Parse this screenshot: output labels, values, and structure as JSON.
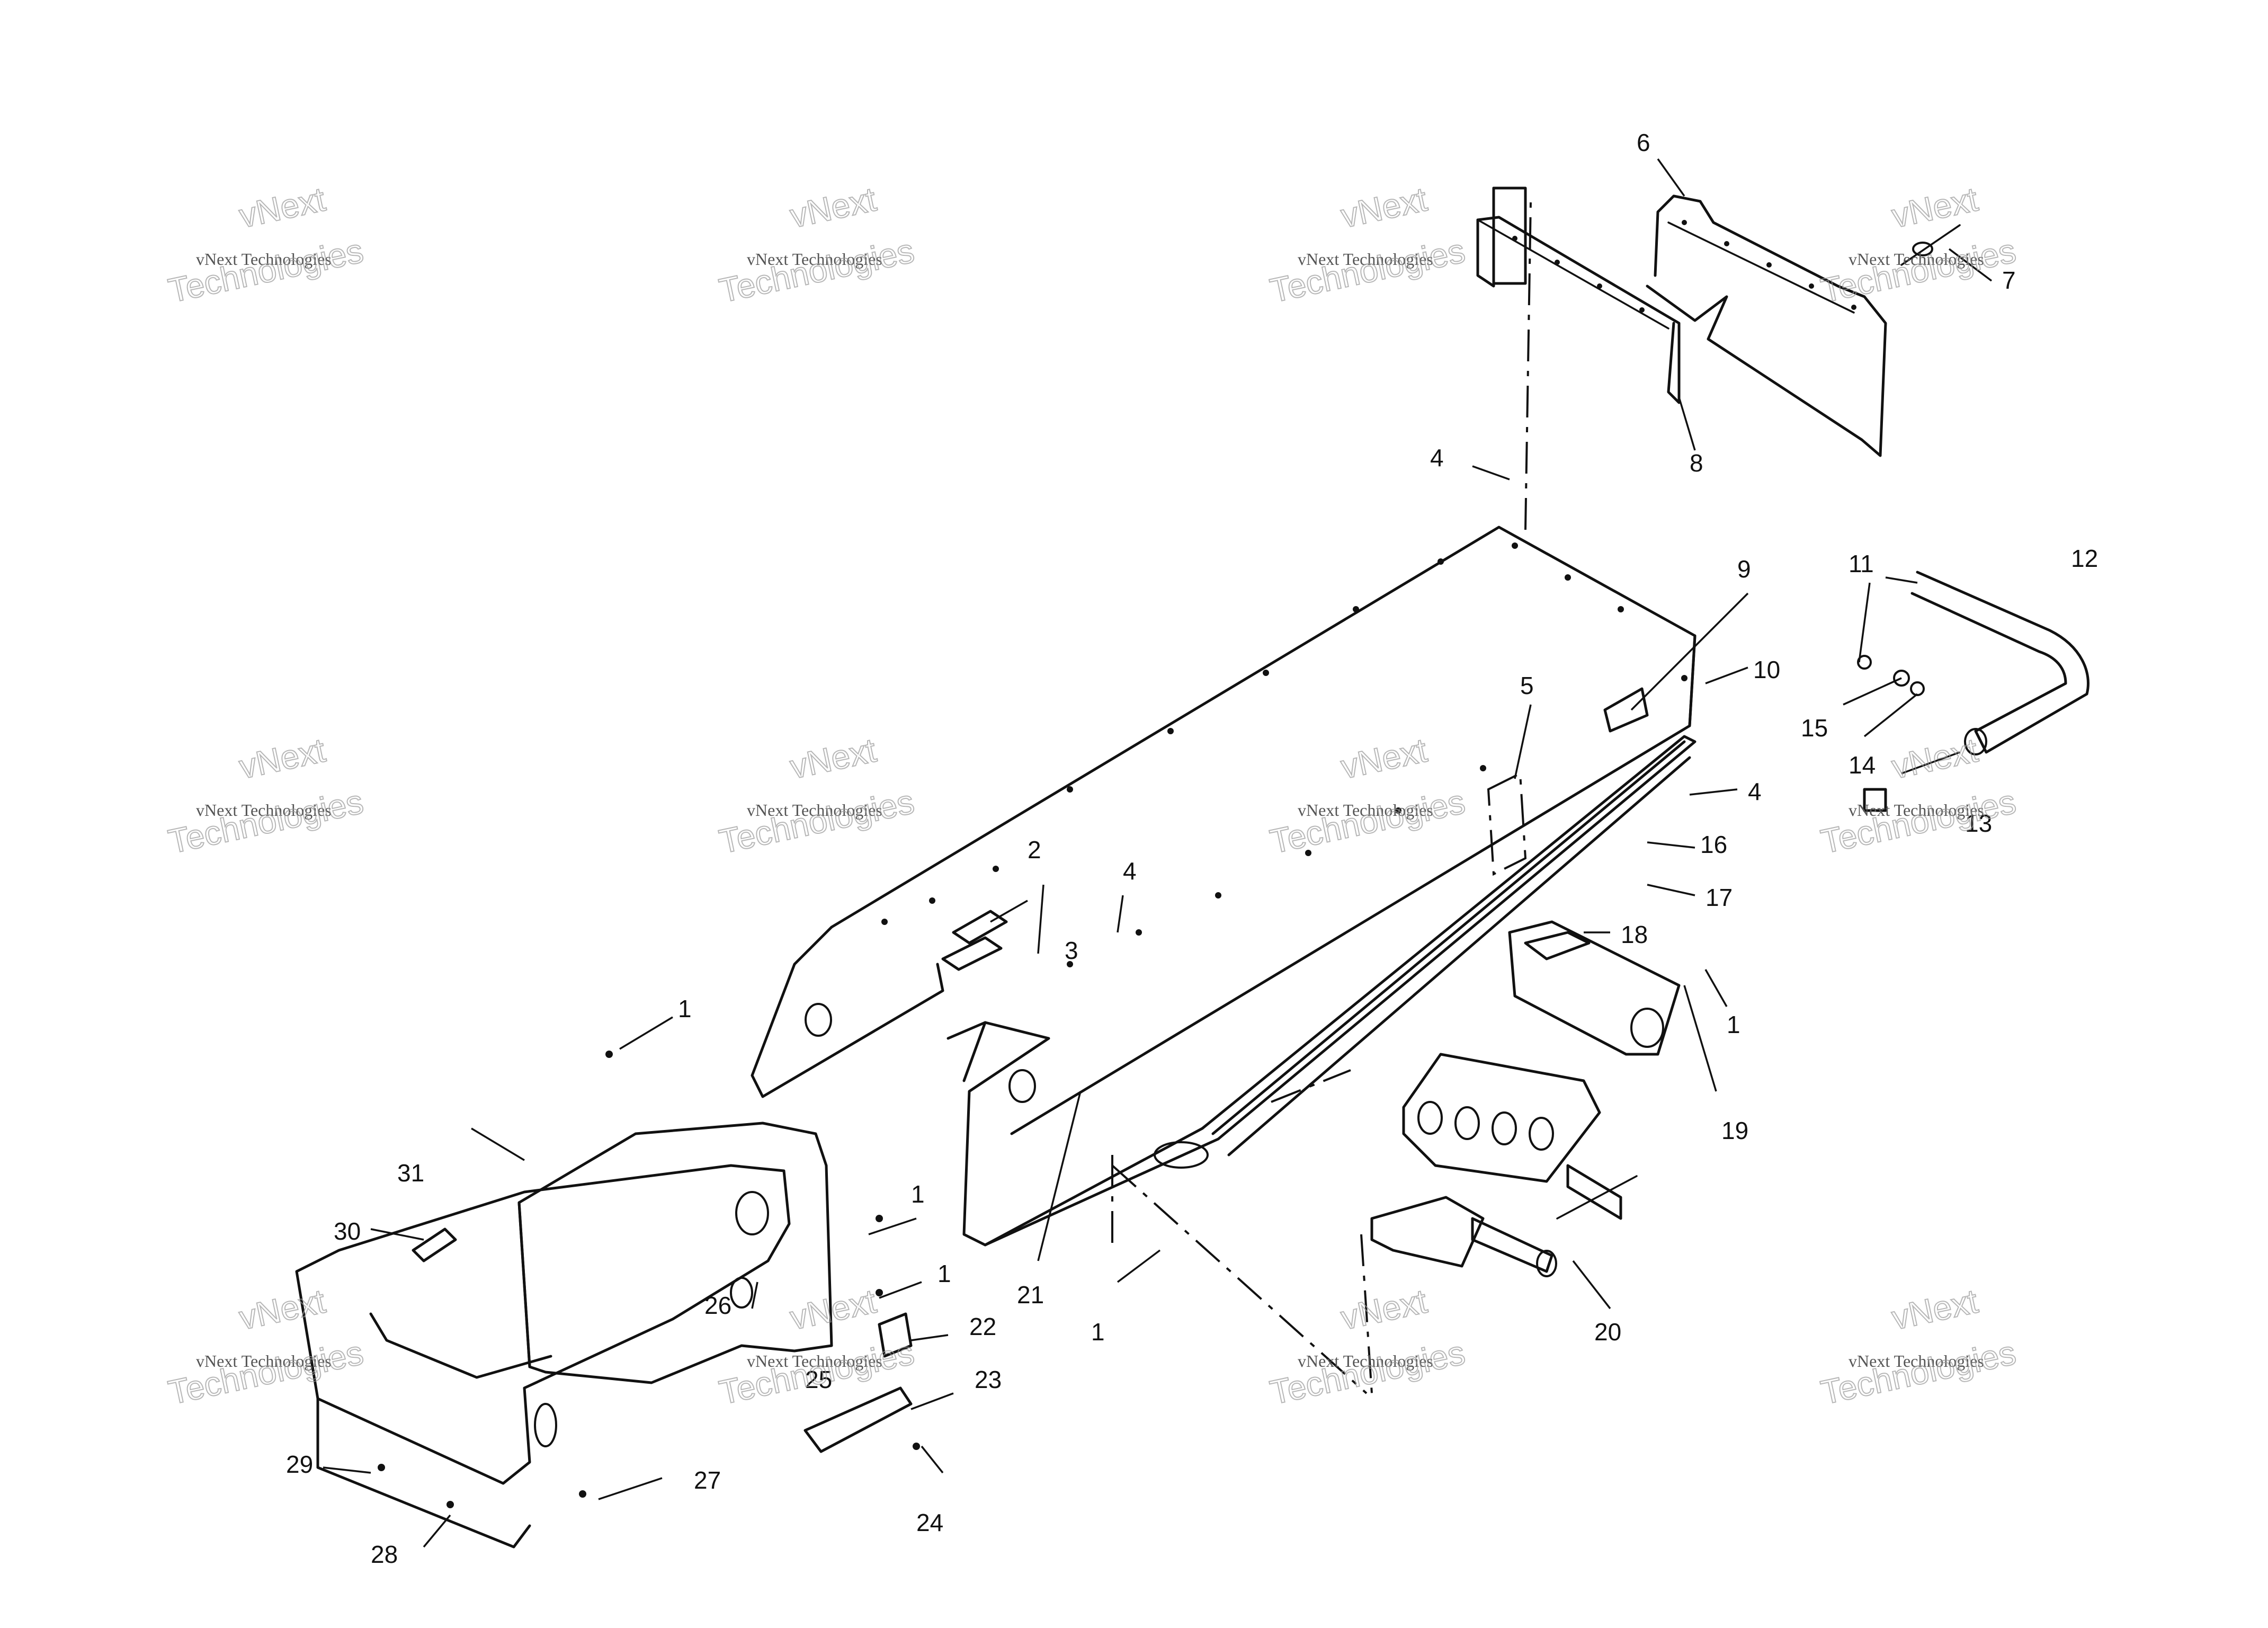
{
  "watermark": {
    "line_small": "vNext Technologies",
    "line_large_1": "vNext",
    "line_large_2": "Technologies"
  },
  "callouts": {
    "c1a": "1",
    "c1b": "1",
    "c1c": "1",
    "c1d": "1",
    "c1e": "1",
    "c2": "2",
    "c3": "3",
    "c4a": "4",
    "c4b": "4",
    "c4c": "4",
    "c5": "5",
    "c6": "6",
    "c7": "7",
    "c8": "8",
    "c9": "9",
    "c10": "10",
    "c11": "11",
    "c12": "12",
    "c13": "13",
    "c14": "14",
    "c15": "15",
    "c16": "16",
    "c17": "17",
    "c18": "18",
    "c19": "19",
    "c20": "20",
    "c21": "21",
    "c22": "22",
    "c23": "23",
    "c24": "24",
    "c25": "25",
    "c26": "26",
    "c27": "27",
    "c28": "28",
    "c29": "29",
    "c30": "30",
    "c31": "31"
  }
}
